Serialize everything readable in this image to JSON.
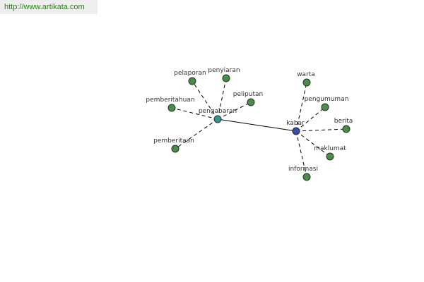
{
  "source": {
    "url_text": "http://www.artikata.com"
  },
  "graph": {
    "nodes": [
      {
        "id": "pengabaran",
        "label": "pengabaran",
        "kind": "hub1"
      },
      {
        "id": "kabar",
        "label": "kabar",
        "kind": "hub2"
      },
      {
        "id": "pelaporan",
        "label": "pelaporan",
        "kind": "leaf"
      },
      {
        "id": "penyiaran",
        "label": "penyiaran",
        "kind": "leaf"
      },
      {
        "id": "peliputan",
        "label": "peliputan",
        "kind": "leaf"
      },
      {
        "id": "pemberitahuan",
        "label": "pemberitahuan",
        "kind": "leaf"
      },
      {
        "id": "pemberitaan",
        "label": "pemberitaan",
        "kind": "leaf"
      },
      {
        "id": "warta",
        "label": "warta",
        "kind": "leaf"
      },
      {
        "id": "pengumuman",
        "label": "pengumuman",
        "kind": "leaf"
      },
      {
        "id": "berita",
        "label": "berita",
        "kind": "leaf"
      },
      {
        "id": "maklumat",
        "label": "maklumat",
        "kind": "leaf"
      },
      {
        "id": "informasi",
        "label": "informasi",
        "kind": "leaf"
      }
    ],
    "edges": [
      {
        "from": "pengabaran",
        "to": "kabar",
        "style": "solid"
      },
      {
        "from": "pengabaran",
        "to": "pelaporan",
        "style": "dashed"
      },
      {
        "from": "pengabaran",
        "to": "penyiaran",
        "style": "dashed"
      },
      {
        "from": "pengabaran",
        "to": "peliputan",
        "style": "dashed"
      },
      {
        "from": "pengabaran",
        "to": "pemberitahuan",
        "style": "dashed"
      },
      {
        "from": "pengabaran",
        "to": "pemberitaan",
        "style": "dashed"
      },
      {
        "from": "kabar",
        "to": "warta",
        "style": "dashed"
      },
      {
        "from": "kabar",
        "to": "pengumuman",
        "style": "dashed"
      },
      {
        "from": "kabar",
        "to": "berita",
        "style": "dashed"
      },
      {
        "from": "kabar",
        "to": "maklumat",
        "style": "dashed"
      },
      {
        "from": "kabar",
        "to": "informasi",
        "style": "dashed"
      }
    ]
  }
}
